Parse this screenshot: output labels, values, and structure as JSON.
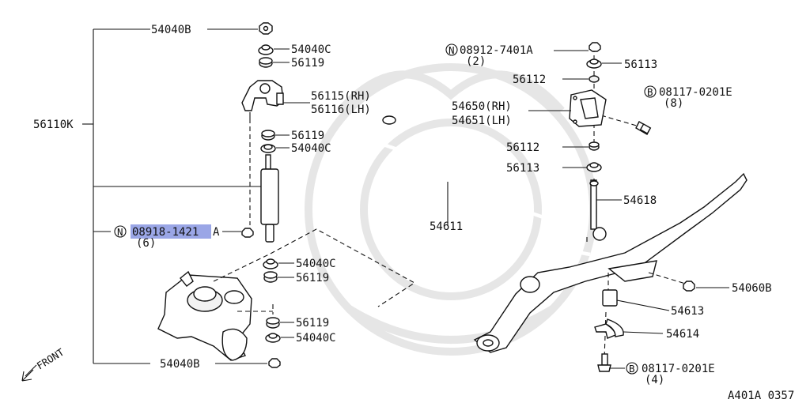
{
  "labels": {
    "l54040b_top": "54040B",
    "l54040c_1": "54040C",
    "l56119_1": "56119",
    "l56115": "56115(RH)",
    "l56116": "56116(LH)",
    "l56110k": "56110K",
    "l56119_2": "56119",
    "l54040c_2": "54040C",
    "l08918_n": "N",
    "l08918_hl": "08918-1421",
    "l08918_suffix": "A",
    "l08918_qty": "(6)",
    "l54040c_3": "54040C",
    "l56119_3": "56119",
    "l56119_4": "56119",
    "l54040c_4": "54040C",
    "l54040b_bot": "54040B",
    "front": "FRONT",
    "l08912_n": "N",
    "l08912": "08912-7401A",
    "l08912_qty": "(2)",
    "l56113_1": "56113",
    "l56112_1": "56112",
    "l08117a_b": "B",
    "l08117a": "08117-0201E",
    "l08117a_qty": "(8)",
    "l54650": "54650(RH)",
    "l54651": "54651(LH)",
    "l56112_2": "56112",
    "l56113_2": "56113",
    "l54618": "54618",
    "l54611": "54611",
    "l54060b": "54060B",
    "l54613": "54613",
    "l54614": "54614",
    "l08117b_b": "B",
    "l08117b": "08117-0201E",
    "l08117b_qty": "(4)",
    "diagram_code": "A401A 0357"
  }
}
